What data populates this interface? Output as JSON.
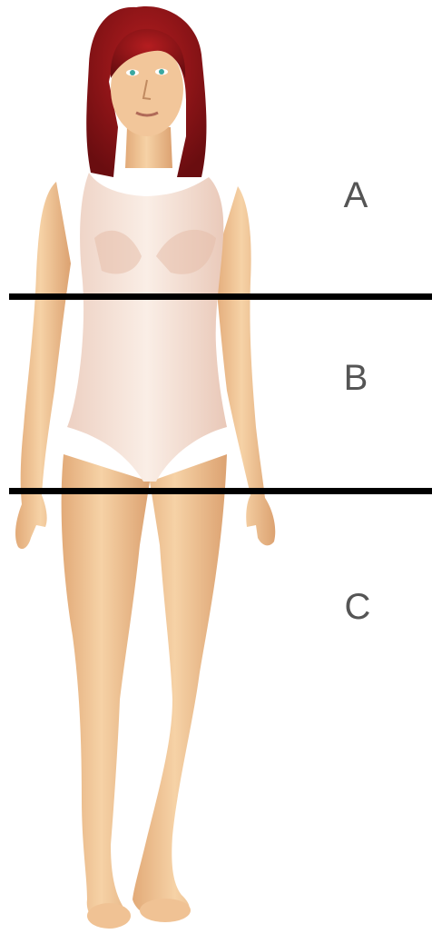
{
  "zones": [
    {
      "label": "A"
    },
    {
      "label": "B"
    },
    {
      "label": "C"
    }
  ],
  "colors": {
    "hair": "#9b1518",
    "hair_dark": "#6a0d10",
    "skin": "#f3c898",
    "skin_shadow": "#d99e6c",
    "swimsuit": "#f8e6dc",
    "swimsuit_shadow": "#ecc9b8",
    "divider": "#000000",
    "label": "#555555",
    "eyes": "#3aa7a0"
  }
}
